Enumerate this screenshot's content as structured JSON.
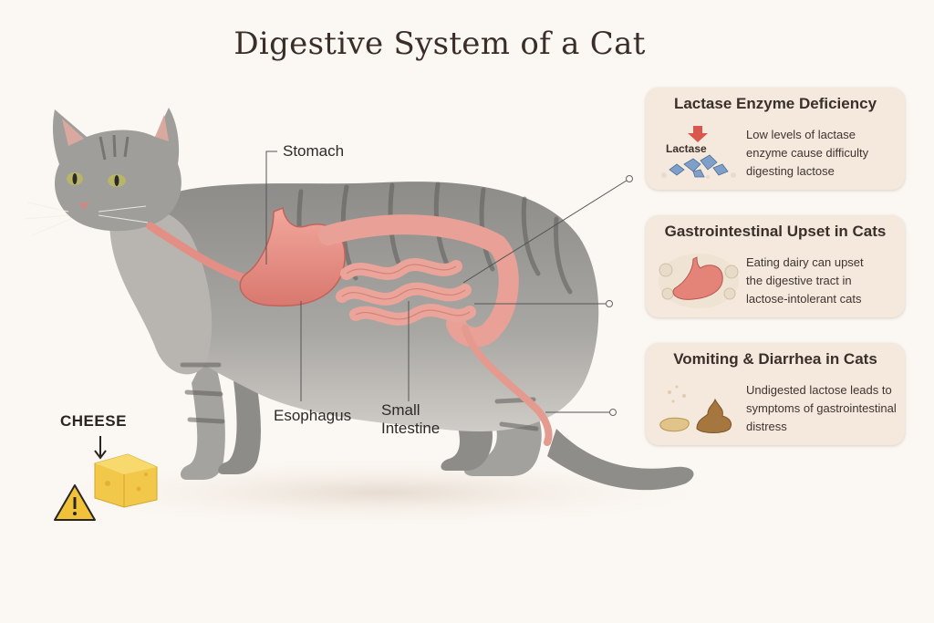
{
  "title": "Digestive System of a Cat",
  "labels": {
    "stomach": "Stomach",
    "esophagus": "Esophagus",
    "small_intestine_line1": "Small",
    "small_intestine_line2": "Intestine",
    "cheese": "CHEESE"
  },
  "cards": [
    {
      "title": "Lactase Enzyme Deficiency",
      "icon_word": "Lactase",
      "lines": [
        "Low levels of lactase",
        "enzyme cause difficulty",
        "digesting lactose"
      ]
    },
    {
      "title": "Gastrointestinal Upset in Cats",
      "lines": [
        "Eating dairy can upset",
        "the digestive tract in",
        "lactose-intolerant cats"
      ]
    },
    {
      "title": "Vomiting & Diarrhea in Cats",
      "lines": [
        "Undigested lactose leads to",
        "symptoms of gastrointestinal",
        "distress"
      ]
    }
  ],
  "colors": {
    "background": "#fbf7f2",
    "card": "#f5e8dc",
    "organ": "#e98f86",
    "fur": "#9c9a97",
    "cheese": "#f2c84b",
    "warning": "#f0c23a"
  },
  "icons": [
    "warning-icon",
    "arrow-down-icon",
    "cheese-icon"
  ]
}
